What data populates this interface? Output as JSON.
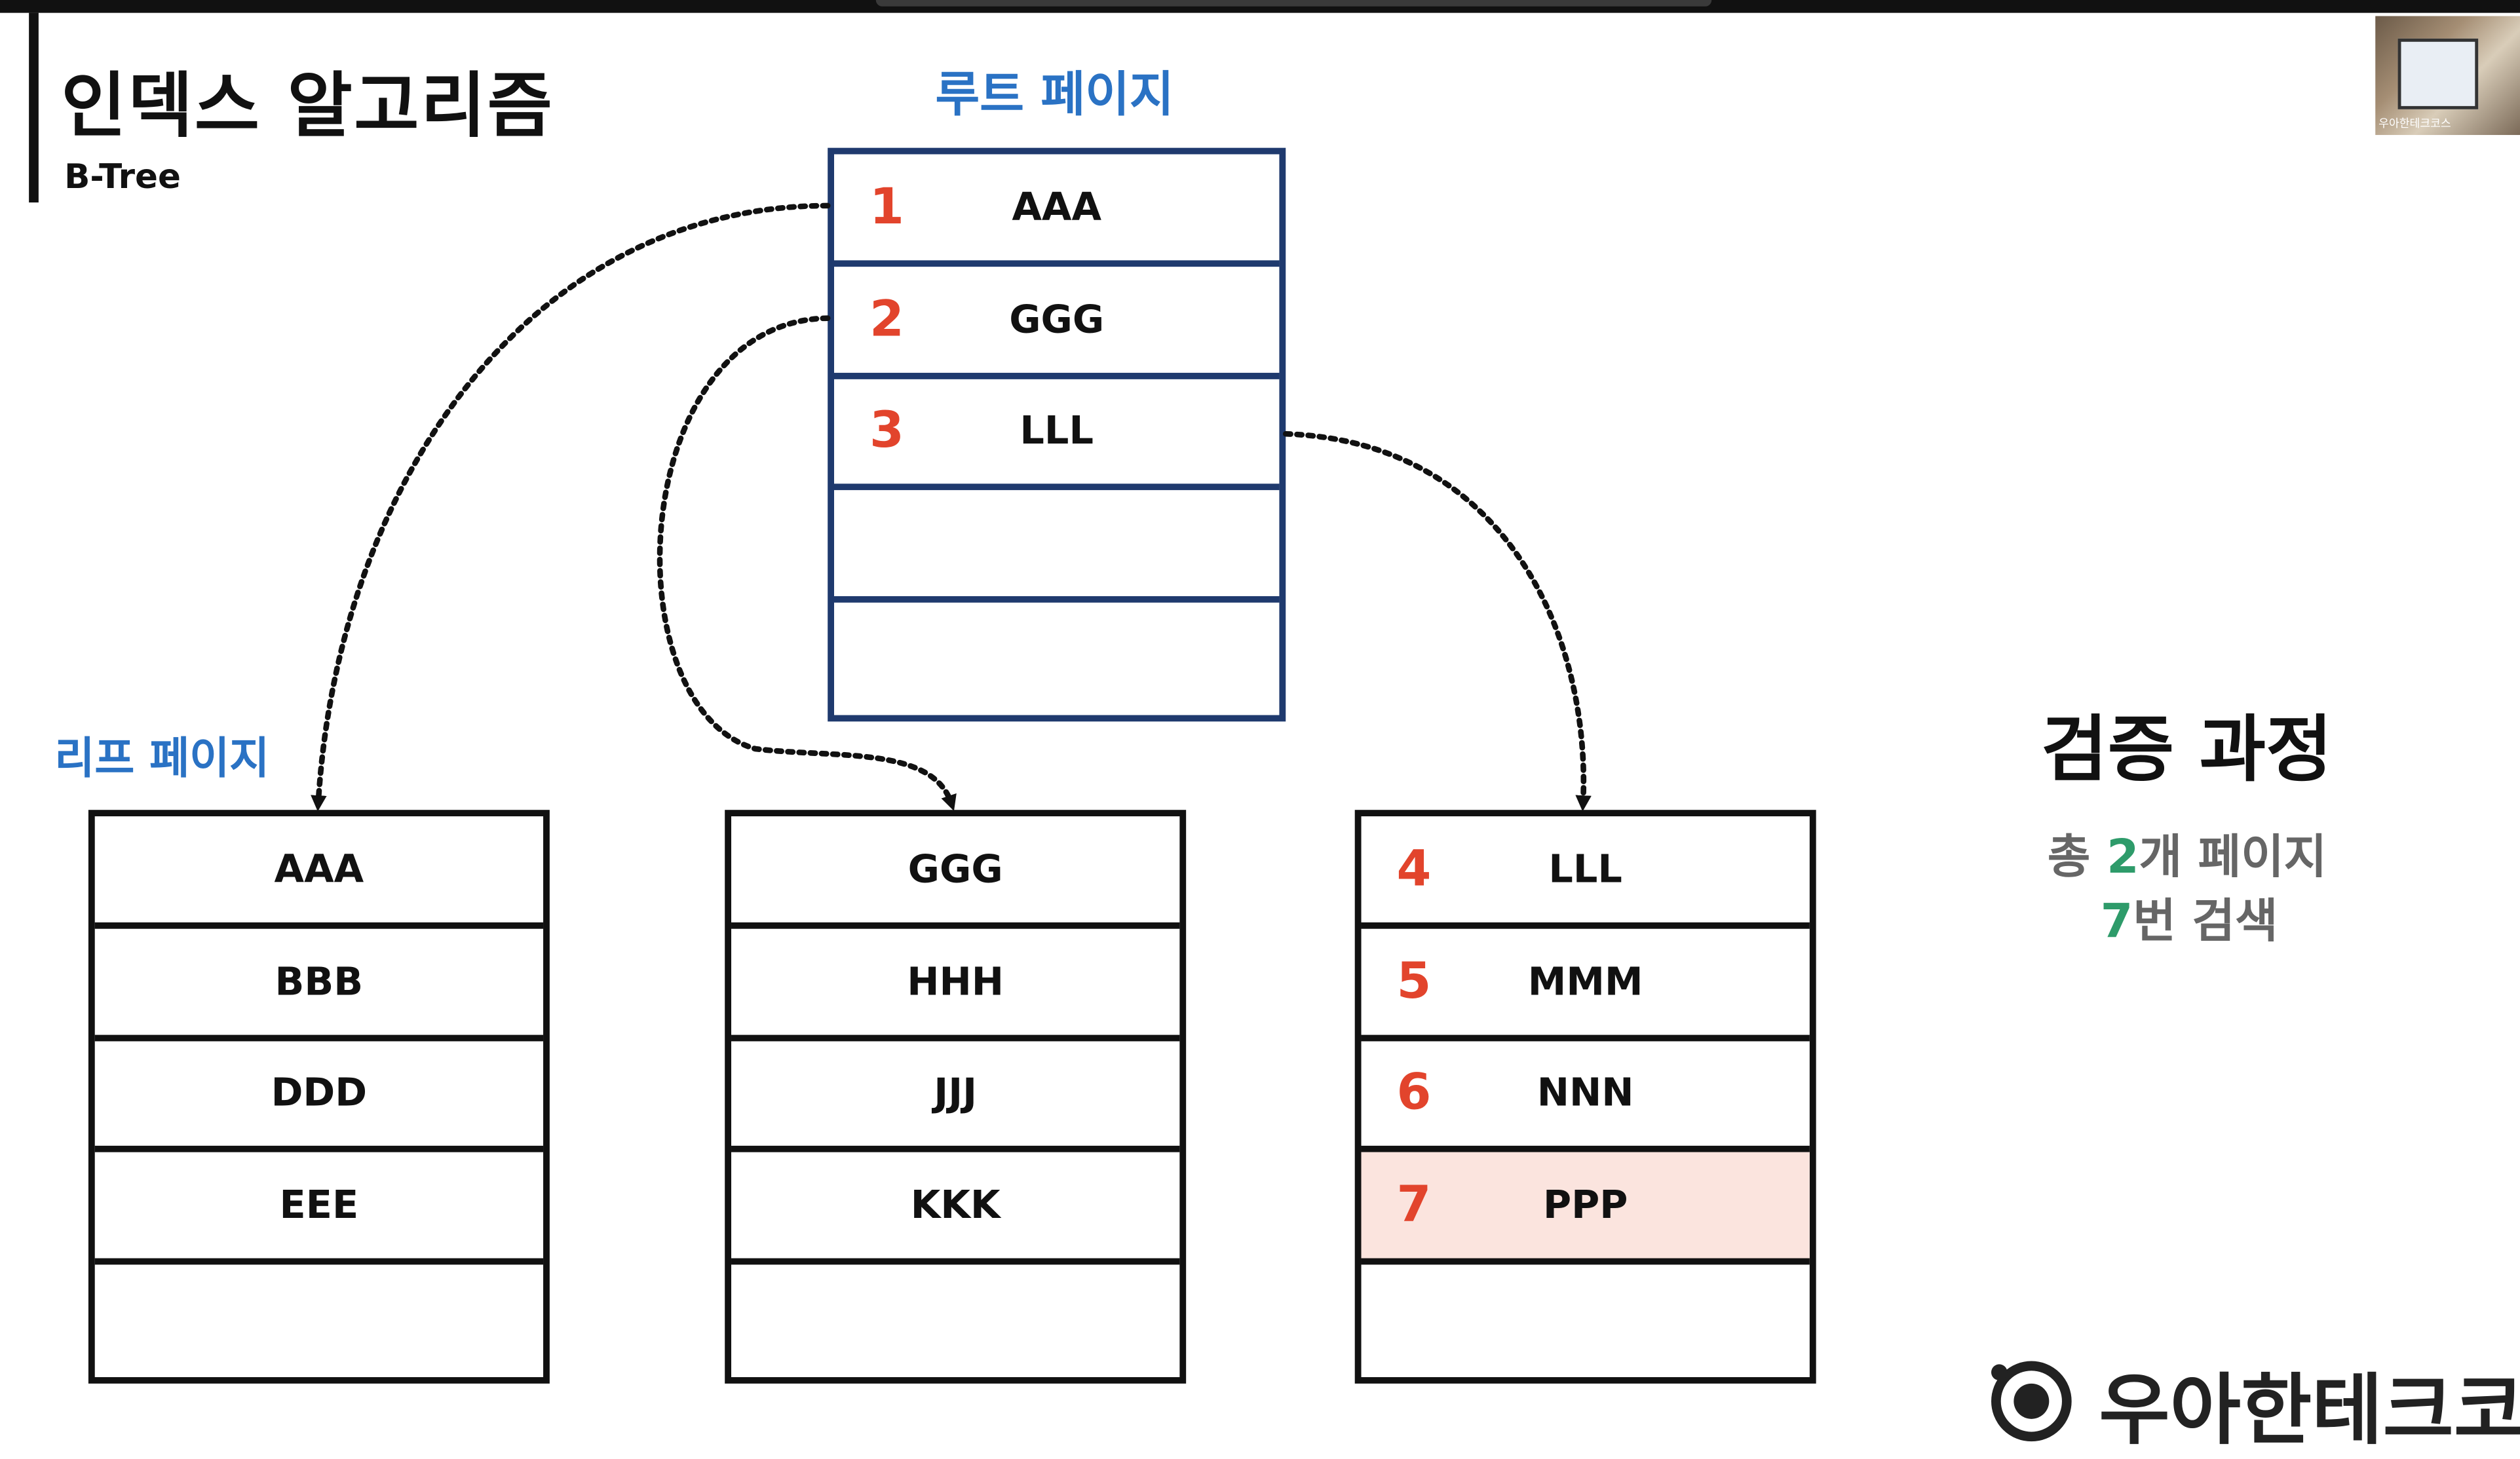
{
  "title": "인덱스 알고리즘",
  "subtitle": "B-Tree",
  "root_label": "루트 페이지",
  "leaf_label": "리프 페이지",
  "root_page": {
    "rows": [
      {
        "num": "1",
        "value": "AAA"
      },
      {
        "num": "2",
        "value": "GGG"
      },
      {
        "num": "3",
        "value": "LLL"
      },
      {
        "num": "",
        "value": ""
      },
      {
        "num": "",
        "value": ""
      }
    ]
  },
  "leaf_pages": [
    {
      "rows": [
        {
          "num": "",
          "value": "AAA"
        },
        {
          "num": "",
          "value": "BBB"
        },
        {
          "num": "",
          "value": "DDD"
        },
        {
          "num": "",
          "value": "EEE"
        },
        {
          "num": "",
          "value": ""
        }
      ]
    },
    {
      "rows": [
        {
          "num": "",
          "value": "GGG"
        },
        {
          "num": "",
          "value": "HHH"
        },
        {
          "num": "",
          "value": "JJJ"
        },
        {
          "num": "",
          "value": "KKK"
        },
        {
          "num": "",
          "value": ""
        }
      ]
    },
    {
      "rows": [
        {
          "num": "4",
          "value": "LLL"
        },
        {
          "num": "5",
          "value": "MMM"
        },
        {
          "num": "6",
          "value": "NNN"
        },
        {
          "num": "7",
          "value": "PPP",
          "highlight": true
        },
        {
          "num": "",
          "value": ""
        }
      ]
    }
  ],
  "verify": {
    "title": "검증 과정",
    "line1_prefix": "총 ",
    "line1_number": "2",
    "line1_suffix": "개 페이지",
    "line2_number": "7",
    "line2_suffix": "번 검색"
  },
  "webcam_caption": "우아한테크코스",
  "logo_text": "우아한테크코스",
  "colors": {
    "number_red": "#e2442c",
    "label_blue": "#2a72c4",
    "root_border": "#1f3a6e",
    "leaf_border": "#111111",
    "highlight_fill": "#fbe4de",
    "verify_green": "#2e9b6a"
  }
}
